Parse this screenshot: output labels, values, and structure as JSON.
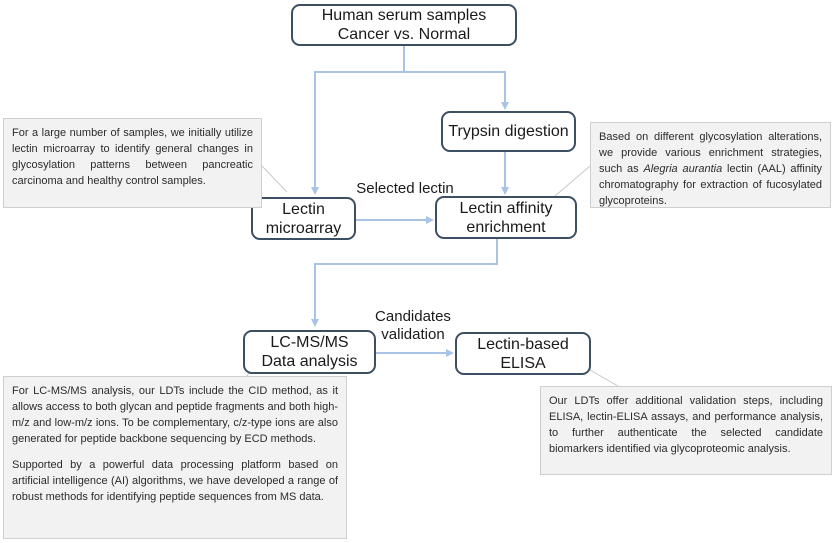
{
  "boxes": {
    "human_serum": {
      "line1": "Human serum samples",
      "line2": "Cancer vs. Normal"
    },
    "trypsin": {
      "label": "Trypsin digestion"
    },
    "lectin_microarray": {
      "line1": "Lectin",
      "line2": "microarray"
    },
    "lectin_affinity": {
      "line1": "Lectin affinity",
      "line2": "enrichment"
    },
    "lcms": {
      "line1": "LC-MS/MS",
      "line2": "Data analysis"
    },
    "lectin_elisa": {
      "line1": "Lectin-based",
      "line2": "ELISA"
    }
  },
  "labels": {
    "selected_lectin": "Selected lectin",
    "candidates_line1": "Candidates",
    "candidates_line2": "validation"
  },
  "notes": {
    "microarray": "For a large number of samples, we initially utilize lectin microarray to identify general changes in glycosylation patterns between pancreatic carcinoma and healthy control samples.",
    "enrichment_pre": "Based on different glycosylation alterations, we provide various enrichment strategies, such as ",
    "enrichment_italic": "Alegria aurantia",
    "enrichment_post": " lectin (AAL) affinity chromatography for extraction of fucosylated glycoproteins.",
    "lcms_p1": "For LC-MS/MS analysis, our LDTs include the CID method, as it allows access to both glycan and peptide fragments and both high-m/z and low-m/z ions. To be complementary, c/z-type ions are also generated for peptide backbone sequencing by ECD methods.",
    "lcms_p2": "Supported by a powerful data processing platform based on artificial intelligence (AI) algorithms, we have developed a range of robust methods for identifying peptide sequences from MS data.",
    "elisa": "Our LDTs offer additional validation steps, including ELISA, lectin-ELISA assays, and performance analysis, to further authenticate the selected candidate biomarkers identified via glycoproteomic analysis."
  },
  "colors": {
    "arrow": "#a9c3e6",
    "box_border": "#3d4f63",
    "note_bg": "#f2f2f2",
    "pointer_line": "#c8c8c8"
  }
}
